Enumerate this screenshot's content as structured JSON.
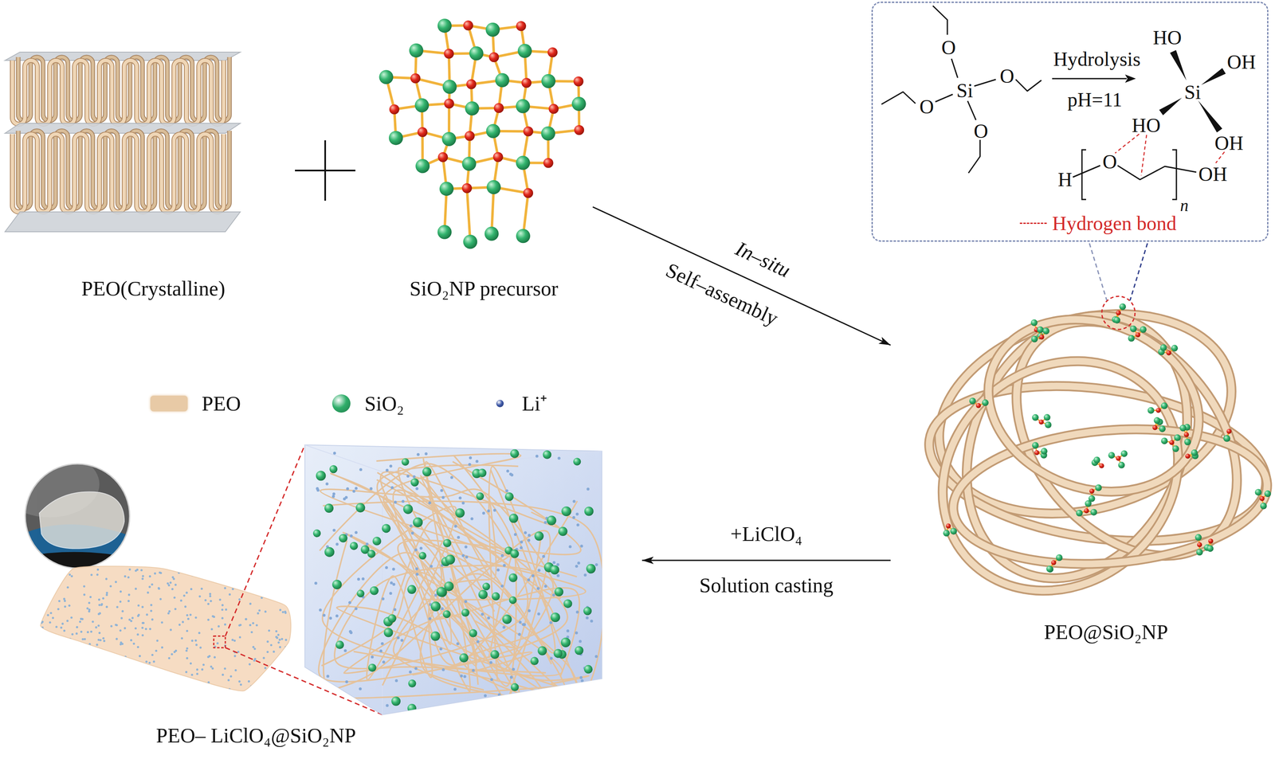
{
  "diagram": {
    "nodes": [
      {
        "text": [
          "PEO(Crystalline)"
        ]
      },
      {
        "text": [
          "SiO₂NP precursor"
        ]
      },
      {
        "text": [
          "O",
          "Si",
          "O",
          "O",
          "O",
          "Hydrolysis",
          "pH=11",
          "HO",
          "OH",
          "Si",
          "HO",
          "OH",
          "H",
          "O",
          "n",
          "OH"
        ]
      },
      {
        "text": [
          "PEO@SiO₂NP"
        ]
      },
      {
        "text": [
          "PEO– LiClO₄@SiO₂NP"
        ]
      }
    ],
    "edges": [
      {
        "from": 1,
        "to": 3,
        "arrow": "to"
      },
      {
        "from": 3,
        "to": 4,
        "arrow": "to"
      }
    ],
    "labels": [
      "In–situ",
      "Self–assembly",
      "+LiClO₄",
      "Solution casting"
    ],
    "legend": [
      {
        "text": "PEO",
        "color": "#e8caa6"
      },
      {
        "text": "SiO₂",
        "color": "#2fae6a"
      },
      {
        "text": "Li⁺",
        "color": "#3b55a5"
      },
      {
        "text": "Hydrogen bond"
      }
    ]
  }
}
